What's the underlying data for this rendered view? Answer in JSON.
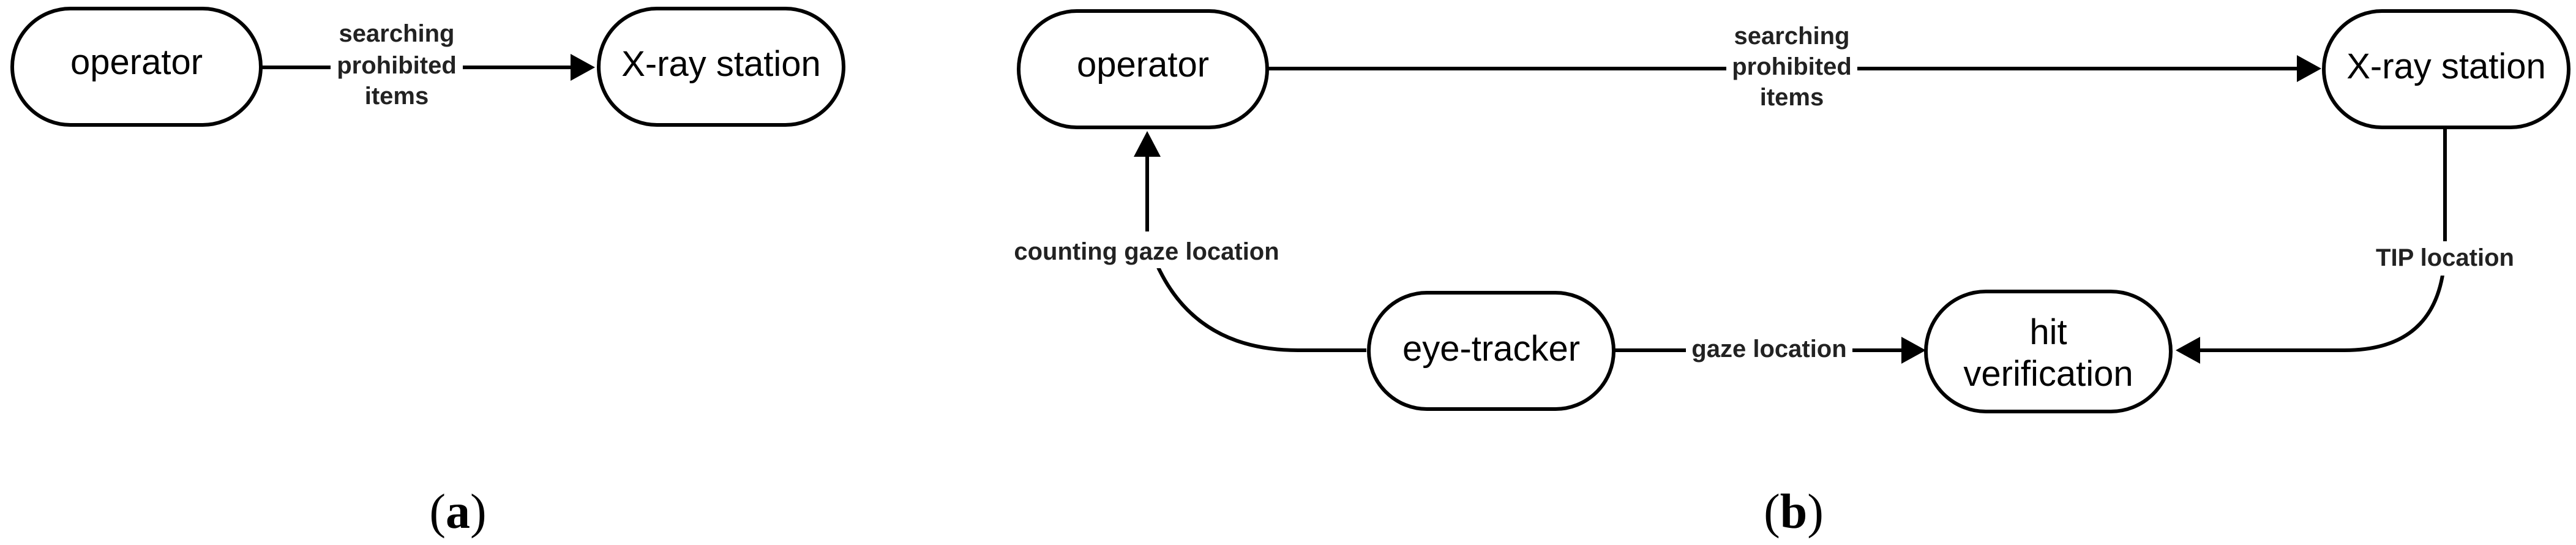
{
  "panel_a": {
    "nodes": {
      "operator": "operator",
      "xray_station": "X-ray station"
    },
    "edges": {
      "operator_to_xray": [
        "searching",
        "prohibited",
        "items"
      ]
    },
    "caption": {
      "open": "(",
      "letter": "a",
      "close": ")"
    }
  },
  "panel_b": {
    "nodes": {
      "operator": "operator",
      "xray_station": "X-ray station",
      "eye_tracker": "eye-tracker",
      "hit_verification": [
        "hit",
        "verification"
      ]
    },
    "edges": {
      "operator_to_xray": [
        "searching",
        "prohibited",
        "items"
      ],
      "eye_tracker_to_operator": "counting gaze location",
      "eye_tracker_to_hit": "gaze location",
      "xray_to_hit": "TIP location"
    },
    "caption": {
      "open": "(",
      "letter": "b",
      "close": ")"
    }
  }
}
